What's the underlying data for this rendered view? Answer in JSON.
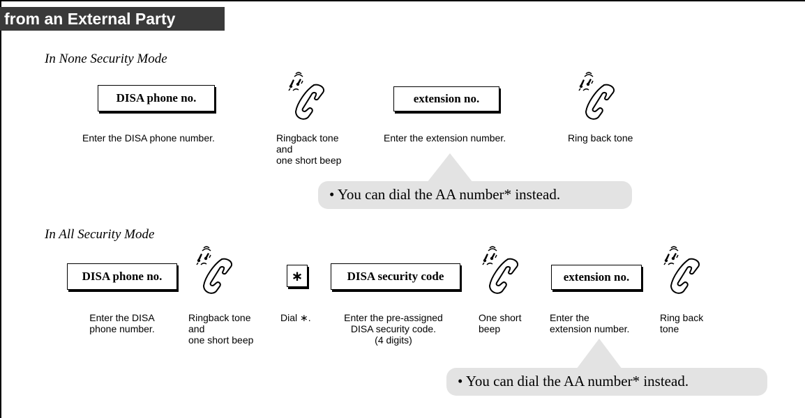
{
  "banner": {
    "title": "from an External Party"
  },
  "none_mode": {
    "heading": "In None Security Mode",
    "key_disa": "DISA phone no.",
    "key_ext": "extension no.",
    "cap_disa": "Enter the DISA phone number.",
    "cap_ringback": "Ringback tone\nand\none short beep",
    "cap_ext": "Enter the extension number.",
    "cap_ringtone": "Ring back tone",
    "note": "• You can dial the AA number* instead."
  },
  "all_mode": {
    "heading": "In All Security Mode",
    "key_disa": "DISA phone no.",
    "key_star": "∗",
    "key_code": "DISA security code",
    "key_ext": "extension no.",
    "cap_disa": "Enter the DISA\nphone number.",
    "cap_ringback": "Ringback tone\nand\none short beep",
    "cap_dial": "Dial ∗.",
    "cap_code": "Enter the pre-assigned\nDISA security code.\n(4 digits)",
    "cap_beep": "One short\nbeep",
    "cap_ext": "Enter the\nextension number.",
    "cap_ringtone": "Ring back\ntone",
    "note": "• You can dial the AA number* instead."
  },
  "icons": {
    "handset": "ringing-handset-icon",
    "callout_bg": "#e3e3e3"
  }
}
